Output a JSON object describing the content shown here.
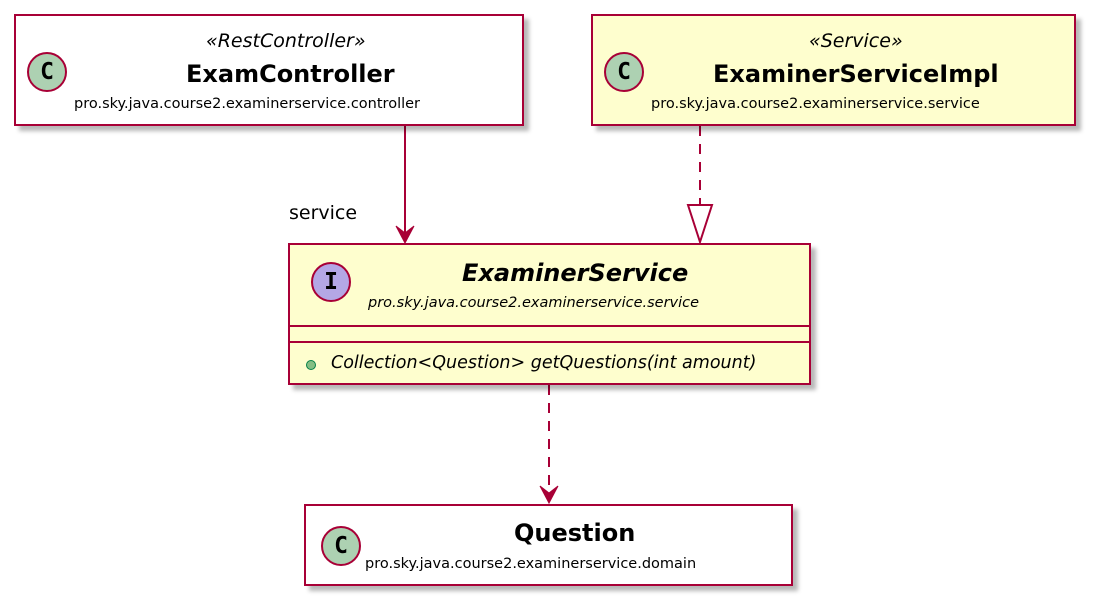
{
  "classes": {
    "exam_controller": {
      "badge": "C",
      "stereotype": "«RestController»",
      "name": "ExamController",
      "package": "pro.sky.java.course2.examinerservice.controller"
    },
    "examiner_service_impl": {
      "badge": "C",
      "stereotype": "«Service»",
      "name": "ExaminerServiceImpl",
      "package": "pro.sky.java.course2.examinerservice.service"
    },
    "examiner_service": {
      "badge": "I",
      "name": "ExaminerService",
      "package": "pro.sky.java.course2.examinerservice.service",
      "methods": [
        "Collection<Question> getQuestions(int amount)"
      ]
    },
    "question": {
      "badge": "C",
      "name": "Question",
      "package": "pro.sky.java.course2.examinerservice.domain"
    }
  },
  "relations": {
    "controller_to_service": {
      "label": "service",
      "kind": "association"
    },
    "impl_to_service": {
      "kind": "realization"
    },
    "service_to_question": {
      "kind": "dependency"
    }
  },
  "colors": {
    "border": "#a80036",
    "class_fill": "#fefece",
    "class_badge": "#add1b2",
    "interface_badge": "#b4a7e5",
    "method_dot": "#84be84"
  }
}
